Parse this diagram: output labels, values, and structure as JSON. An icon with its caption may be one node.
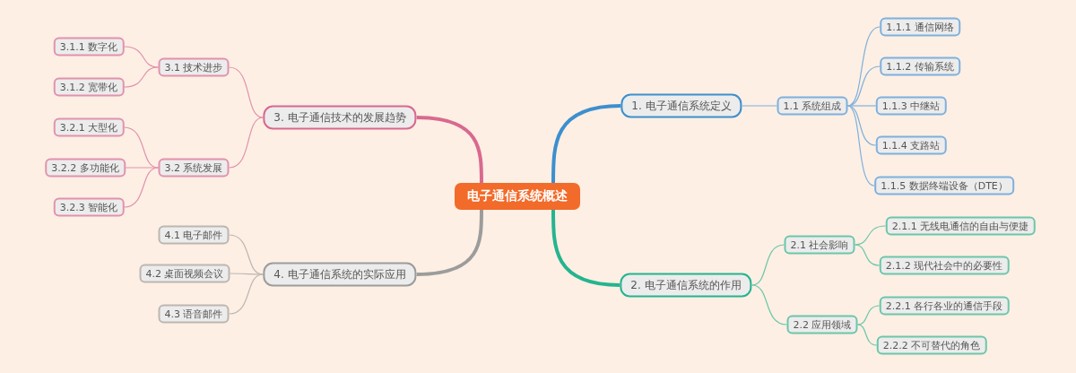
{
  "diagram": {
    "nodes": [
      {
        "text": [
          "电子通信系统概述"
        ]
      },
      {
        "text": [
          "1. 电子通信系统定义"
        ]
      },
      {
        "text": [
          "1.1 系统组成"
        ]
      },
      {
        "text": [
          "1.1.1 通信网络"
        ]
      },
      {
        "text": [
          "1.1.2 传输系统"
        ]
      },
      {
        "text": [
          "1.1.3 中继站"
        ]
      },
      {
        "text": [
          "1.1.4 支路站"
        ]
      },
      {
        "text": [
          "1.1.5 数据终端设备（DTE）"
        ]
      },
      {
        "text": [
          "2. 电子通信系统的作用"
        ]
      },
      {
        "text": [
          "2.1 社会影响"
        ]
      },
      {
        "text": [
          "2.1.1 无线电通信的自由与便捷"
        ]
      },
      {
        "text": [
          "2.1.2 现代社会中的必要性"
        ]
      },
      {
        "text": [
          "2.2 应用领域"
        ]
      },
      {
        "text": [
          "2.2.1 各行各业的通信手段"
        ]
      },
      {
        "text": [
          "2.2.2 不可替代的角色"
        ]
      },
      {
        "text": [
          "3. 电子通信技术的发展趋势"
        ]
      },
      {
        "text": [
          "3.1 技术进步"
        ]
      },
      {
        "text": [
          "3.1.1 数字化"
        ]
      },
      {
        "text": [
          "3.1.2 宽带化"
        ]
      },
      {
        "text": [
          "3.2 系统发展"
        ]
      },
      {
        "text": [
          "3.2.1 大型化"
        ]
      },
      {
        "text": [
          "3.2.2 多功能化"
        ]
      },
      {
        "text": [
          "3.2.3 智能化"
        ]
      },
      {
        "text": [
          "4. 电子通信系统的实际应用"
        ]
      },
      {
        "text": [
          "4.1 电子邮件"
        ]
      },
      {
        "text": [
          "4.2 桌面视频会议"
        ]
      },
      {
        "text": [
          "4.3 语音邮件"
        ]
      }
    ],
    "edges": [
      {
        "from": 0,
        "to": 1,
        "arrow": "none",
        "style": "thick",
        "color": "#3d8fce"
      },
      {
        "from": 1,
        "to": 2,
        "arrow": "none",
        "color": "#7fb0dc"
      },
      {
        "from": 2,
        "to": 3,
        "arrow": "none",
        "color": "#7fb0dc"
      },
      {
        "from": 2,
        "to": 4,
        "arrow": "none",
        "color": "#7fb0dc"
      },
      {
        "from": 2,
        "to": 5,
        "arrow": "none",
        "color": "#7fb0dc"
      },
      {
        "from": 2,
        "to": 6,
        "arrow": "none",
        "color": "#7fb0dc"
      },
      {
        "from": 2,
        "to": 7,
        "arrow": "none",
        "color": "#7fb0dc"
      },
      {
        "from": 0,
        "to": 8,
        "arrow": "none",
        "style": "thick",
        "color": "#25b48f"
      },
      {
        "from": 8,
        "to": 9,
        "arrow": "none",
        "color": "#6cc6a9"
      },
      {
        "from": 9,
        "to": 10,
        "arrow": "none",
        "color": "#6cc6a9"
      },
      {
        "from": 9,
        "to": 11,
        "arrow": "none",
        "color": "#6cc6a9"
      },
      {
        "from": 8,
        "to": 12,
        "arrow": "none",
        "color": "#6cc6a9"
      },
      {
        "from": 12,
        "to": 13,
        "arrow": "none",
        "color": "#6cc6a9"
      },
      {
        "from": 12,
        "to": 14,
        "arrow": "none",
        "color": "#6cc6a9"
      },
      {
        "from": 0,
        "to": 15,
        "arrow": "none",
        "style": "thick",
        "color": "#d9698f"
      },
      {
        "from": 15,
        "to": 16,
        "arrow": "none",
        "color": "#e292ad"
      },
      {
        "from": 16,
        "to": 17,
        "arrow": "none",
        "color": "#e292ad"
      },
      {
        "from": 16,
        "to": 18,
        "arrow": "none",
        "color": "#e292ad"
      },
      {
        "from": 15,
        "to": 19,
        "arrow": "none",
        "color": "#e292ad"
      },
      {
        "from": 19,
        "to": 20,
        "arrow": "none",
        "color": "#e292ad"
      },
      {
        "from": 19,
        "to": 21,
        "arrow": "none",
        "color": "#e292ad"
      },
      {
        "from": 19,
        "to": 22,
        "arrow": "none",
        "color": "#e292ad"
      },
      {
        "from": 0,
        "to": 23,
        "arrow": "none",
        "style": "thick",
        "color": "#9c9c9c"
      },
      {
        "from": 23,
        "to": 24,
        "arrow": "none",
        "color": "#bdb6b0"
      },
      {
        "from": 23,
        "to": 25,
        "arrow": "none",
        "color": "#bdb6b0"
      },
      {
        "from": 23,
        "to": 26,
        "arrow": "none",
        "color": "#bdb6b0"
      }
    ]
  }
}
